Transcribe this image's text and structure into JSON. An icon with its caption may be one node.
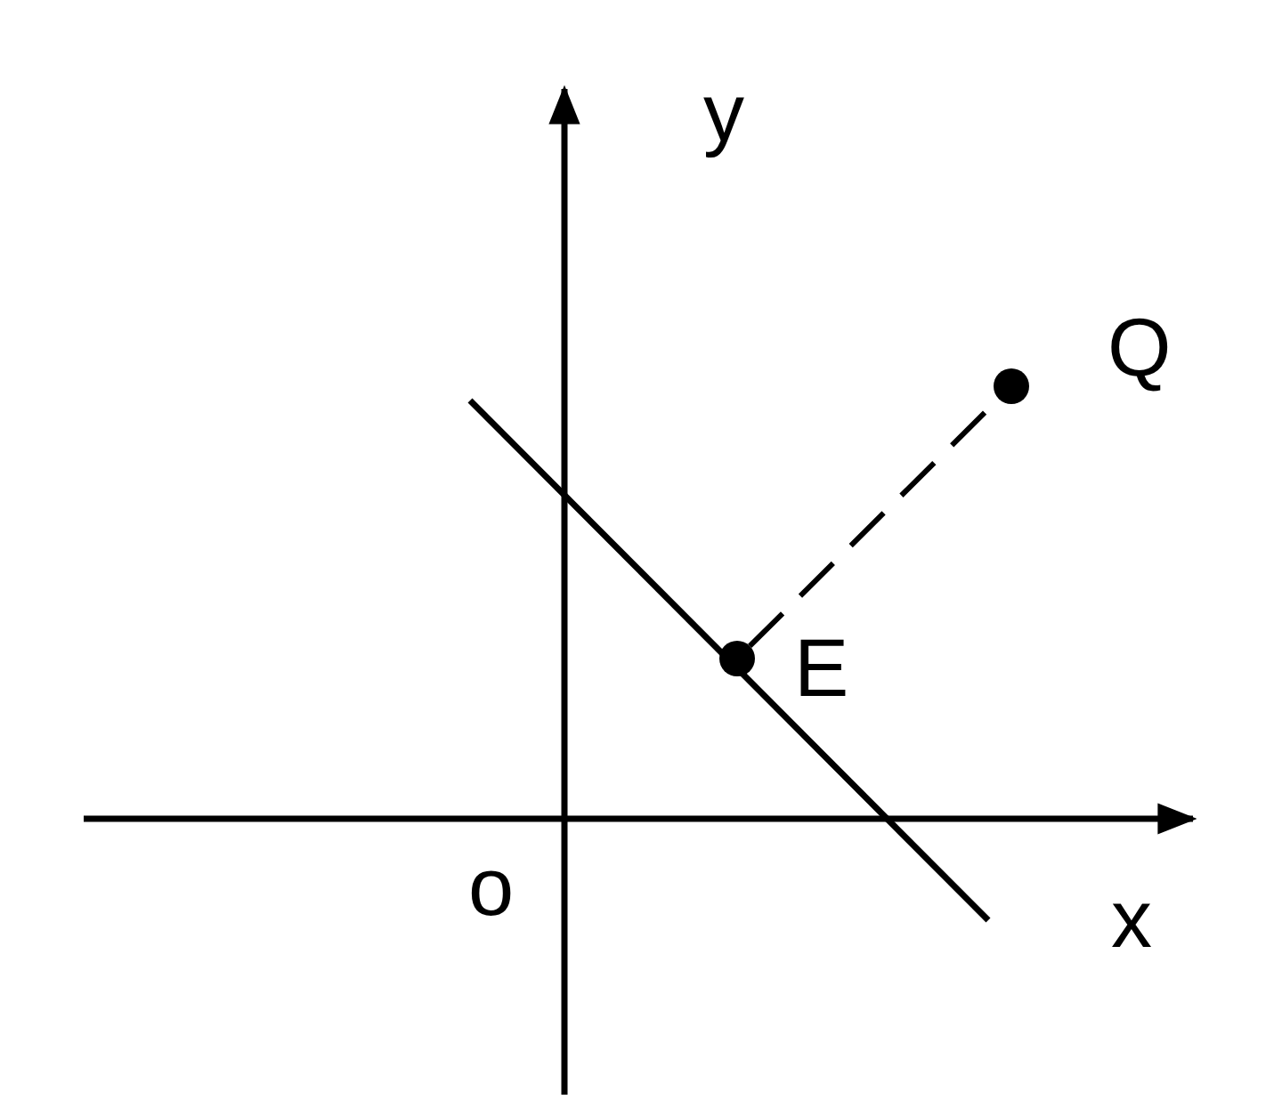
{
  "diagram": {
    "nodes": [
      {
        "text": [
          "E"
        ]
      },
      {
        "text": [
          "Q"
        ]
      }
    ],
    "edges": [
      {
        "from": 0,
        "to": 1,
        "arrow": "none",
        "style": "dashed"
      }
    ],
    "labels": [
      "y",
      "o",
      "x"
    ]
  }
}
